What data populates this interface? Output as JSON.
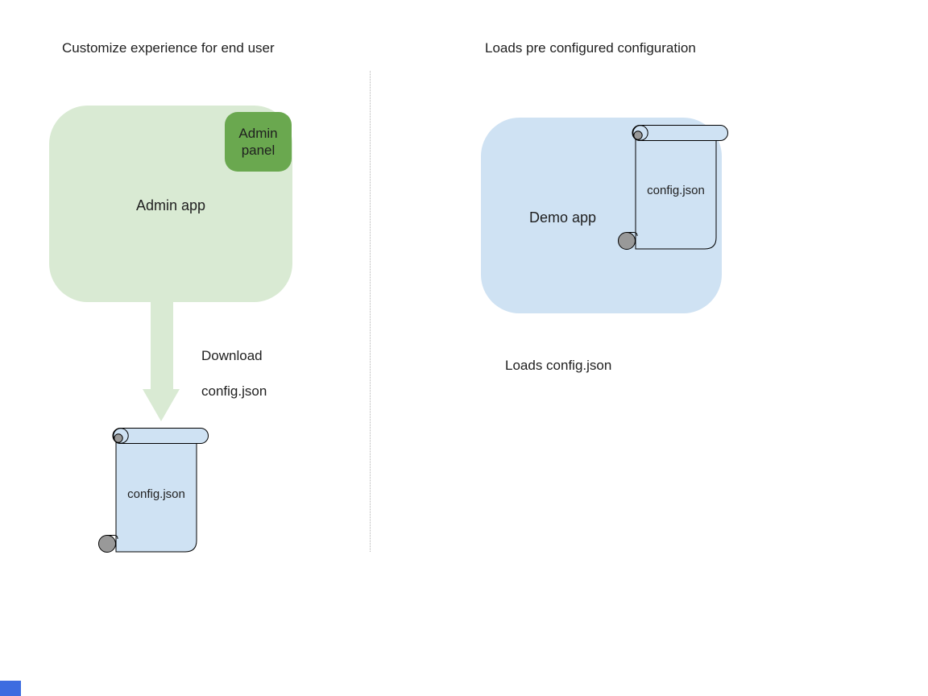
{
  "page": {
    "background": "#ffffff"
  },
  "left_section": {
    "heading": "Customize experience for end user",
    "admin_app_label": "Admin app",
    "admin_panel_label": "Admin panel",
    "download_caption": [
      "Download",
      "config.json"
    ],
    "config_file_label": "config.json"
  },
  "right_section": {
    "heading": "Loads pre configured configuration",
    "demo_app_label": "Demo app",
    "config_file_label": "config.json",
    "caption": "Loads config.json"
  },
  "colors": {
    "admin_app_fill": "#d9ead3",
    "admin_panel_fill": "#6aa84f",
    "arrow_fill": "#d9ead3",
    "demo_app_fill": "#cfe2f3",
    "scroll_fill": "#cfe2f3",
    "scroll_curl_gray": "#999999",
    "outline": "#000000",
    "divider": "#b3b3b3",
    "corner_square": "#3d6ce0"
  }
}
